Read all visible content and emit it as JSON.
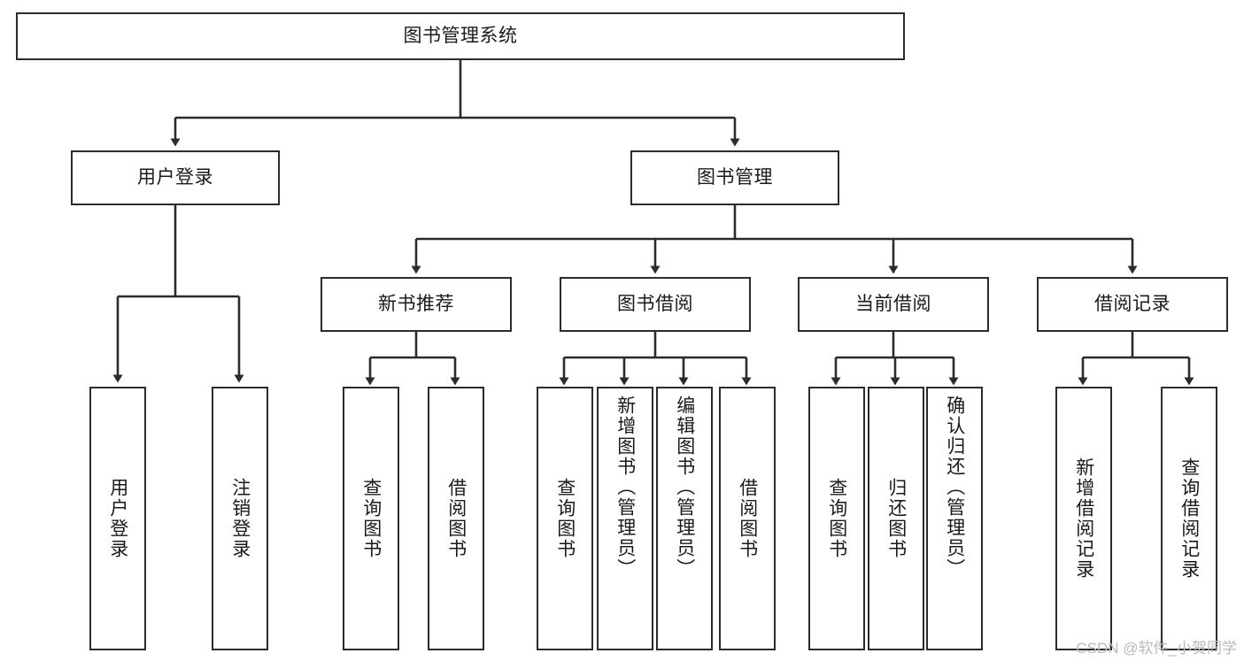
{
  "diagram": {
    "type": "tree",
    "title": "图书管理系统",
    "root": {
      "label": "图书管理系统"
    },
    "level2": [
      {
        "label": "用户登录"
      },
      {
        "label": "图书管理"
      }
    ],
    "level3": [
      {
        "label": "新书推荐"
      },
      {
        "label": "图书借阅"
      },
      {
        "label": "当前借阅"
      },
      {
        "label": "借阅记录"
      }
    ],
    "leaves": {
      "user_login": [
        {
          "label": "用户登录"
        },
        {
          "label": "注销登录"
        }
      ],
      "new_book_recommend": [
        {
          "label": "查询图书"
        },
        {
          "label": "借阅图书"
        }
      ],
      "book_borrow": [
        {
          "label": "查询图书"
        },
        {
          "label": "新增图书（管理员）"
        },
        {
          "label": "编辑图书（管理员）"
        },
        {
          "label": "借阅图书"
        }
      ],
      "current_borrow": [
        {
          "label": "查询图书"
        },
        {
          "label": "归还图书"
        },
        {
          "label": "确认归还（管理员）"
        }
      ],
      "borrow_record": [
        {
          "label": "新增借阅记录"
        },
        {
          "label": "查询借阅记录"
        }
      ]
    }
  },
  "watermark": {
    "text": "CSDN @软件_小贺同学"
  },
  "colors": {
    "stroke": "#2b2b2b",
    "fill": "#ffffff",
    "text": "#1a1a1a",
    "watermark": "#b9b9b9"
  }
}
